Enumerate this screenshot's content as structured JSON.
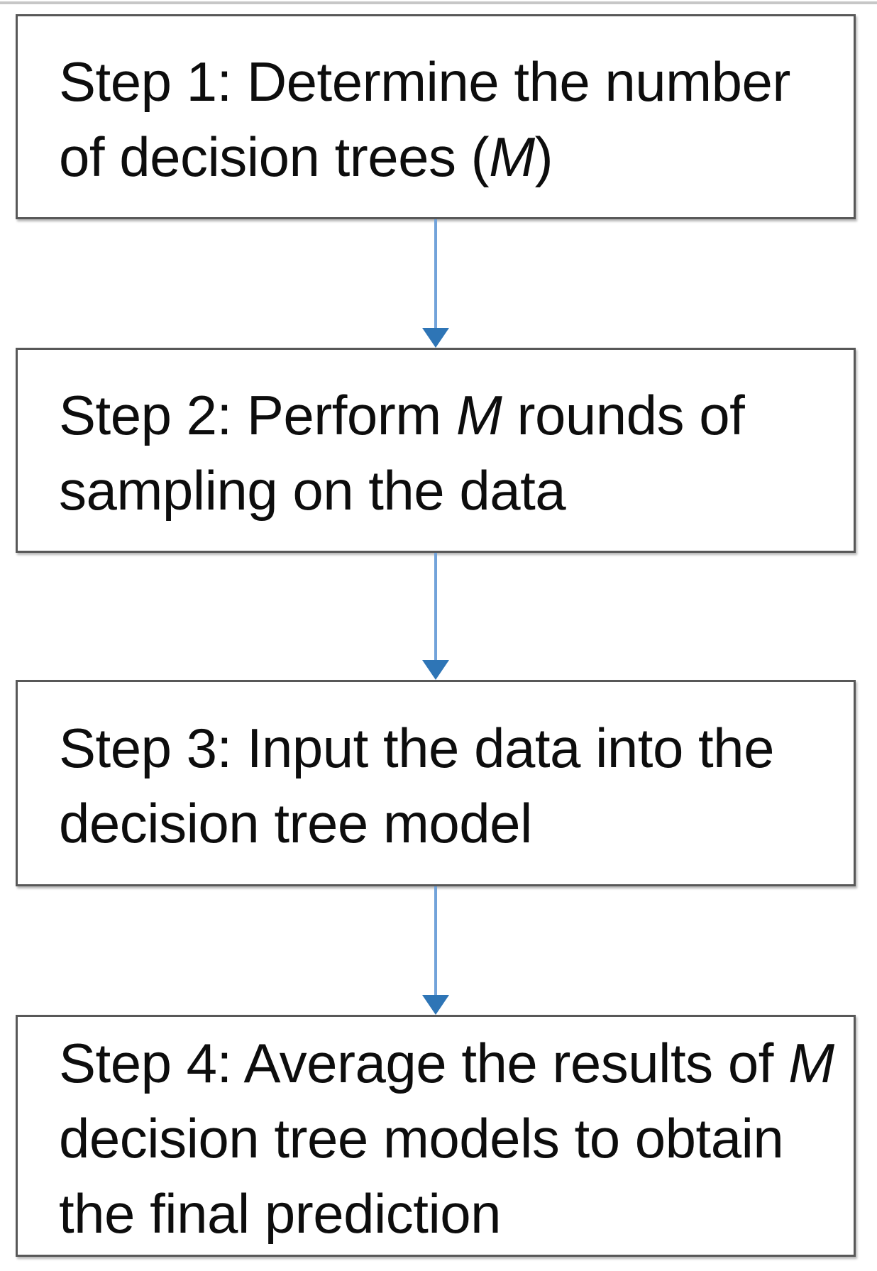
{
  "figure": {
    "type": "flowchart",
    "title_semantic": "Random forest / bagging procedure flow diagram",
    "colors": {
      "page_background": "#ffffff",
      "box_fill": "#ffffff",
      "box_border": "#585858",
      "text": "#0d0d0d",
      "arrow_shaft": "#72a3da",
      "arrow_head": "#2e75b6",
      "top_rule": "rgba(130,130,130,0.45)"
    },
    "steps": [
      {
        "name": "step-1",
        "full_text": "Step 1: Determine the number of decision trees (M)",
        "lines": [
          [
            {
              "t": "Step 1: Determine the number"
            }
          ],
          [
            {
              "t": "of decision trees ("
            },
            {
              "t": "M",
              "i": true
            },
            {
              "t": ")"
            }
          ]
        ]
      },
      {
        "name": "step-2",
        "full_text": "Step 2: Perform M rounds of sampling on the data",
        "lines": [
          [
            {
              "t": "Step 2: Perform "
            },
            {
              "t": "M",
              "i": true
            },
            {
              "t": " rounds of"
            }
          ],
          [
            {
              "t": "sampling on the data"
            }
          ]
        ]
      },
      {
        "name": "step-3",
        "full_text": "Step 3: Input the data into the decision tree model",
        "lines": [
          [
            {
              "t": "Step 3: Input the data into the"
            }
          ],
          [
            {
              "t": "decision tree model"
            }
          ]
        ]
      },
      {
        "name": "step-4",
        "full_text": "Step 4: Average the results of M decision tree models to obtain the final prediction",
        "lines": [
          [
            {
              "t": "Step 4: Average the results of "
            },
            {
              "t": "M",
              "i": true
            }
          ],
          [
            {
              "t": "decision tree models to obtain"
            }
          ],
          [
            {
              "t": "the final prediction"
            }
          ]
        ]
      }
    ],
    "connectors": [
      {
        "name": "arrow-step1-to-step2",
        "direction": "down"
      },
      {
        "name": "arrow-step2-to-step3",
        "direction": "down"
      },
      {
        "name": "arrow-step3-to-step4",
        "direction": "down"
      }
    ]
  }
}
